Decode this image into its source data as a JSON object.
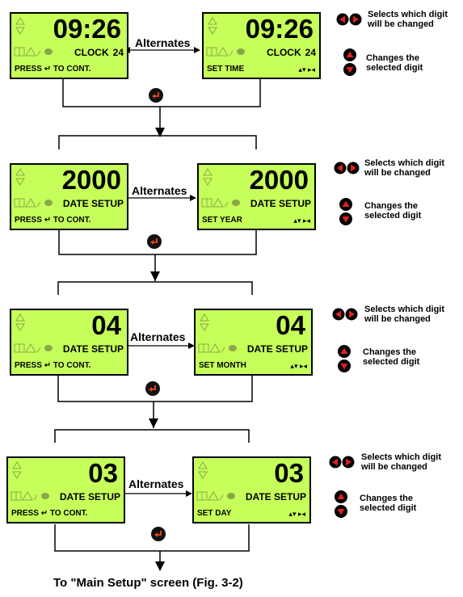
{
  "steps": [
    {
      "value": "09:26",
      "mode": "CLOCK",
      "mode_num": "24",
      "set_label": "SET TIME"
    },
    {
      "value": "2000",
      "mode": "DATE SETUP",
      "mode_num": "",
      "set_label": "SET YEAR"
    },
    {
      "value": "04",
      "mode": "DATE SETUP",
      "mode_num": "",
      "set_label": "SET MONTH"
    },
    {
      "value": "03",
      "mode": "DATE SETUP",
      "mode_num": "",
      "set_label": "SET DAY"
    }
  ],
  "press_prefix": "PRESS",
  "press_suffix": "TO CONT.",
  "alternates_label": "Alternates",
  "nav_symbols": "▴▾ ▸◂",
  "legend": {
    "select_text_1": "Selects which digit",
    "select_text_2": "will be changed",
    "change_text_1": "Changes the",
    "change_text_2": "selected digit"
  },
  "footer_text": "To \"Main Setup\" screen (Fig. 3-2)",
  "colors": {
    "lcd": "#c6ff5a",
    "button_red": "#e02020",
    "enter_button": "#111111"
  },
  "icons": {
    "enter": "enter-key-icon",
    "left_right": "left-right-buttons-icon",
    "up_down": "up-down-buttons-icon"
  }
}
